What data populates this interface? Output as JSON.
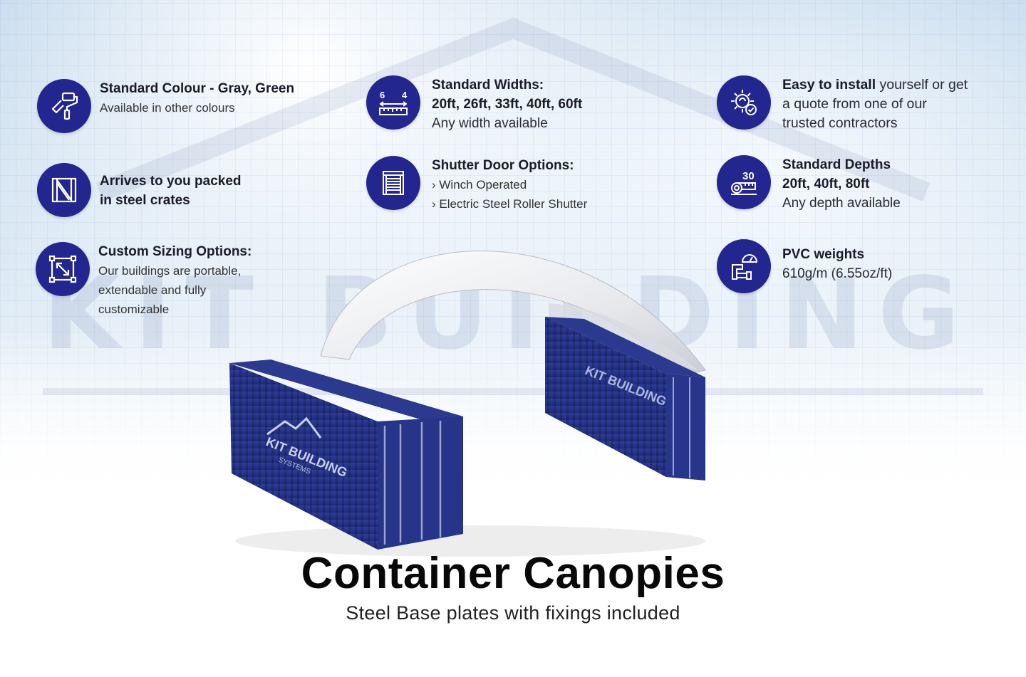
{
  "watermark": "KIT BUILDING",
  "brand_color": "#23268e",
  "features": {
    "colour": {
      "icon": "paint-roller-icon",
      "title": "Standard Colour - Gray, Green",
      "line1": "Available in other colours"
    },
    "crates": {
      "icon": "steel-crate-icon",
      "title1": "Arrives to you packed",
      "title2": "in steel crates"
    },
    "sizing": {
      "icon": "resize-frame-icon",
      "title": "Custom Sizing Options:",
      "line1": "Our buildings are portable,",
      "line2": "extendable and fully",
      "line3": "customizable"
    },
    "widths": {
      "icon": "ruler-width-icon",
      "icon_num_left": "6",
      "icon_num_right": "4",
      "title": "Standard Widths:",
      "title2": "20ft, 26ft, 33ft, 40ft, 60ft",
      "line1": "Any width available"
    },
    "shutter": {
      "icon": "shutter-door-icon",
      "title": "Shutter Door Options:",
      "line1": "› Winch Operated",
      "line2": "› Electric Steel Roller Shutter"
    },
    "install": {
      "icon": "gear-check-icon",
      "bold": "Easy to install",
      "rest": " yourself or get",
      "line2": "a quote from one of our",
      "line3": "trusted  contractors"
    },
    "depths": {
      "icon": "tape-measure-icon",
      "icon_num": "30",
      "title": "Standard Depths",
      "title2": "20ft, 40ft, 80ft",
      "line1": "Any depth available"
    },
    "pvc": {
      "icon": "pipe-gauge-icon",
      "title": "PVC weights",
      "line1": "610g/m (6.55oz/ft)"
    }
  },
  "container_logo": {
    "line1": "KIT BUILDING",
    "line2": "SYSTEMS"
  },
  "title": "Container Canopies",
  "subtitle": "Steel Base plates with fixings included"
}
